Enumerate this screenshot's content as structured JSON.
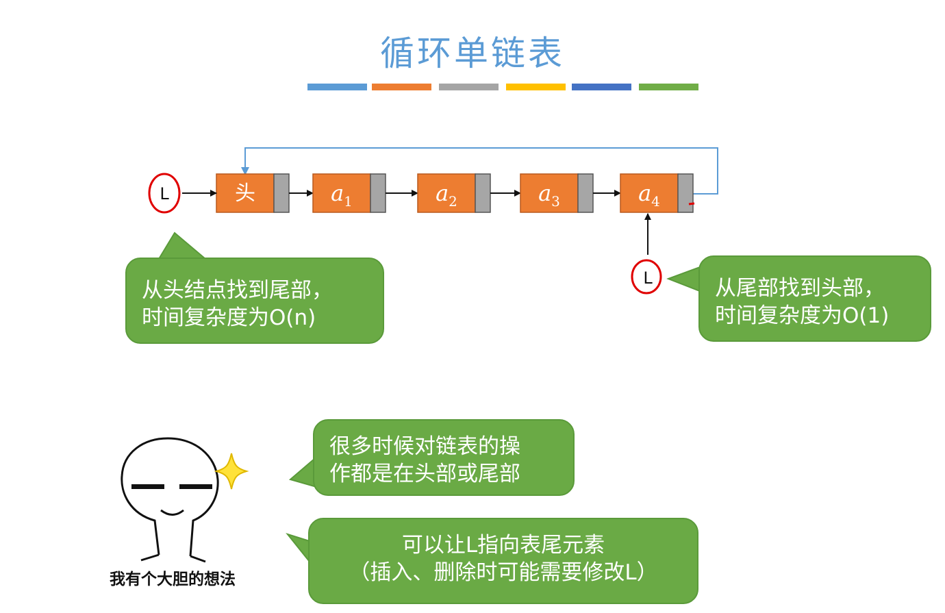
{
  "title": "循环单链表",
  "colors": {
    "title": "#5b9bd5",
    "node_fill": "#ed7d31",
    "pointer_fill": "#a6a6a6",
    "bubble": "#6aaa45",
    "marker": "#e00000",
    "loop_arrow": "#5b9bd5"
  },
  "color_bar": [
    "#5b9bd5",
    "#ed7d31",
    "#a5a5a5",
    "#ffc000",
    "#4472c4",
    "#70ad47"
  ],
  "list": {
    "head_pointer": "L",
    "nodes": [
      {
        "label": "头",
        "sub": ""
      },
      {
        "label": "a",
        "sub": "1"
      },
      {
        "label": "a",
        "sub": "2"
      },
      {
        "label": "a",
        "sub": "3"
      },
      {
        "label": "a",
        "sub": "4"
      }
    ],
    "tail_pointer": "L"
  },
  "bubbles": {
    "left": {
      "line1": "从头结点找到尾部，",
      "line2": "时间复杂度为O(n)"
    },
    "right": {
      "line1": "从尾部找到头部，",
      "line2": "时间复杂度为O(1)"
    },
    "top": {
      "line1": "很多时候对链表的操",
      "line2": "作都是在头部或尾部"
    },
    "bottom": {
      "line1": "可以让L指向表尾元素",
      "line2": "（插入、删除时可能需要修改L）"
    }
  },
  "caption": "我有个大胆的想法"
}
